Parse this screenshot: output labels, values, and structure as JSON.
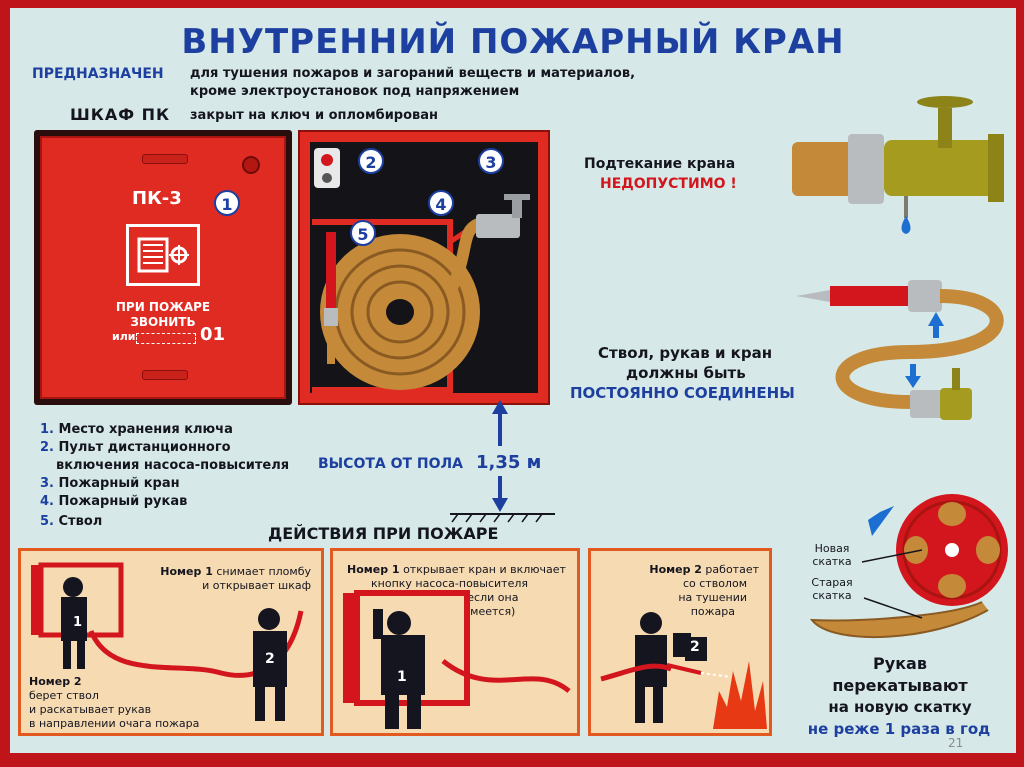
{
  "title": "ВНУТРЕННИЙ ПОЖАРНЫЙ КРАН",
  "purpose": {
    "label": "ПРЕДНАЗНАЧЕН",
    "line1": "для тушения пожаров и загораний веществ и материалов,",
    "line2": "кроме электроустановок под напряжением"
  },
  "cabinet": {
    "label": "ШКАФ ПК",
    "text": "закрыт на ключ и опломбирован"
  },
  "door": {
    "code": "ПК-3",
    "line1": "ПРИ ПОЖАРЕ",
    "line2": "ЗВОНИТЬ",
    "line3_prefix": "или",
    "phone": "01"
  },
  "badges": [
    "1",
    "2",
    "3",
    "4",
    "5"
  ],
  "legend": [
    {
      "num": "1.",
      "text": "Место хранения ключа"
    },
    {
      "num": "2.",
      "text": "Пульт дистанционного"
    },
    {
      "num": "",
      "text": "включения насоса-повысителя"
    },
    {
      "num": "3.",
      "text": "Пожарный кран"
    },
    {
      "num": "4.",
      "text": "Пожарный рукав"
    },
    {
      "num": "5.",
      "text": "Ствол"
    }
  ],
  "height": {
    "label": "ВЫСОТА ОТ ПОЛА",
    "value": "1,35 м"
  },
  "leak": {
    "line1": "Подтекание крана",
    "line2": "НЕДОПУСТИМО !"
  },
  "connected": {
    "line1": "Ствол, рукав и кран",
    "line2": "должны быть",
    "line3": "ПОСТОЯННО СОЕДИНЕНЫ"
  },
  "actions_title": "ДЕЙСТВИЯ ПРИ ПОЖАРЕ",
  "panel1": {
    "top_bold": "Номер 1",
    "top_rest": " снимает пломбу",
    "top_line2": "и открывает шкаф",
    "bottom_bold1": "Номер 2",
    "bottom_line2": "берет ствол",
    "bottom_line3": "и раскатывает рукав",
    "bottom_line4": "в направлении очага пожара",
    "fig1": "1",
    "fig2": "2"
  },
  "panel2": {
    "top_bold": "Номер 1",
    "top_rest": " открывает кран и включает",
    "top_line2": "кнопку насоса-повысителя",
    "top_line3": "(если она",
    "top_line4": "имеется)",
    "fig1": "1"
  },
  "panel3": {
    "top_bold": "Номер 2",
    "top_rest": " работает",
    "top_line2": "со стволом",
    "top_line3": "на тушении",
    "top_line4": "пожара",
    "fig2": "2"
  },
  "reel": {
    "new_label": "Новая скатка",
    "old_label": "Старая скатка",
    "line1": "Рукав",
    "line2": "перекатывают",
    "line3": "на новую скатку",
    "line4": "не реже 1 раза в год"
  },
  "page_number": "21",
  "colors": {
    "frame": "#c0141b",
    "background": "#d6e9e8",
    "blue": "#1c3fa0",
    "red": "#d3161d",
    "hose": "#c48a3a",
    "panel": "#f6dbb2"
  }
}
